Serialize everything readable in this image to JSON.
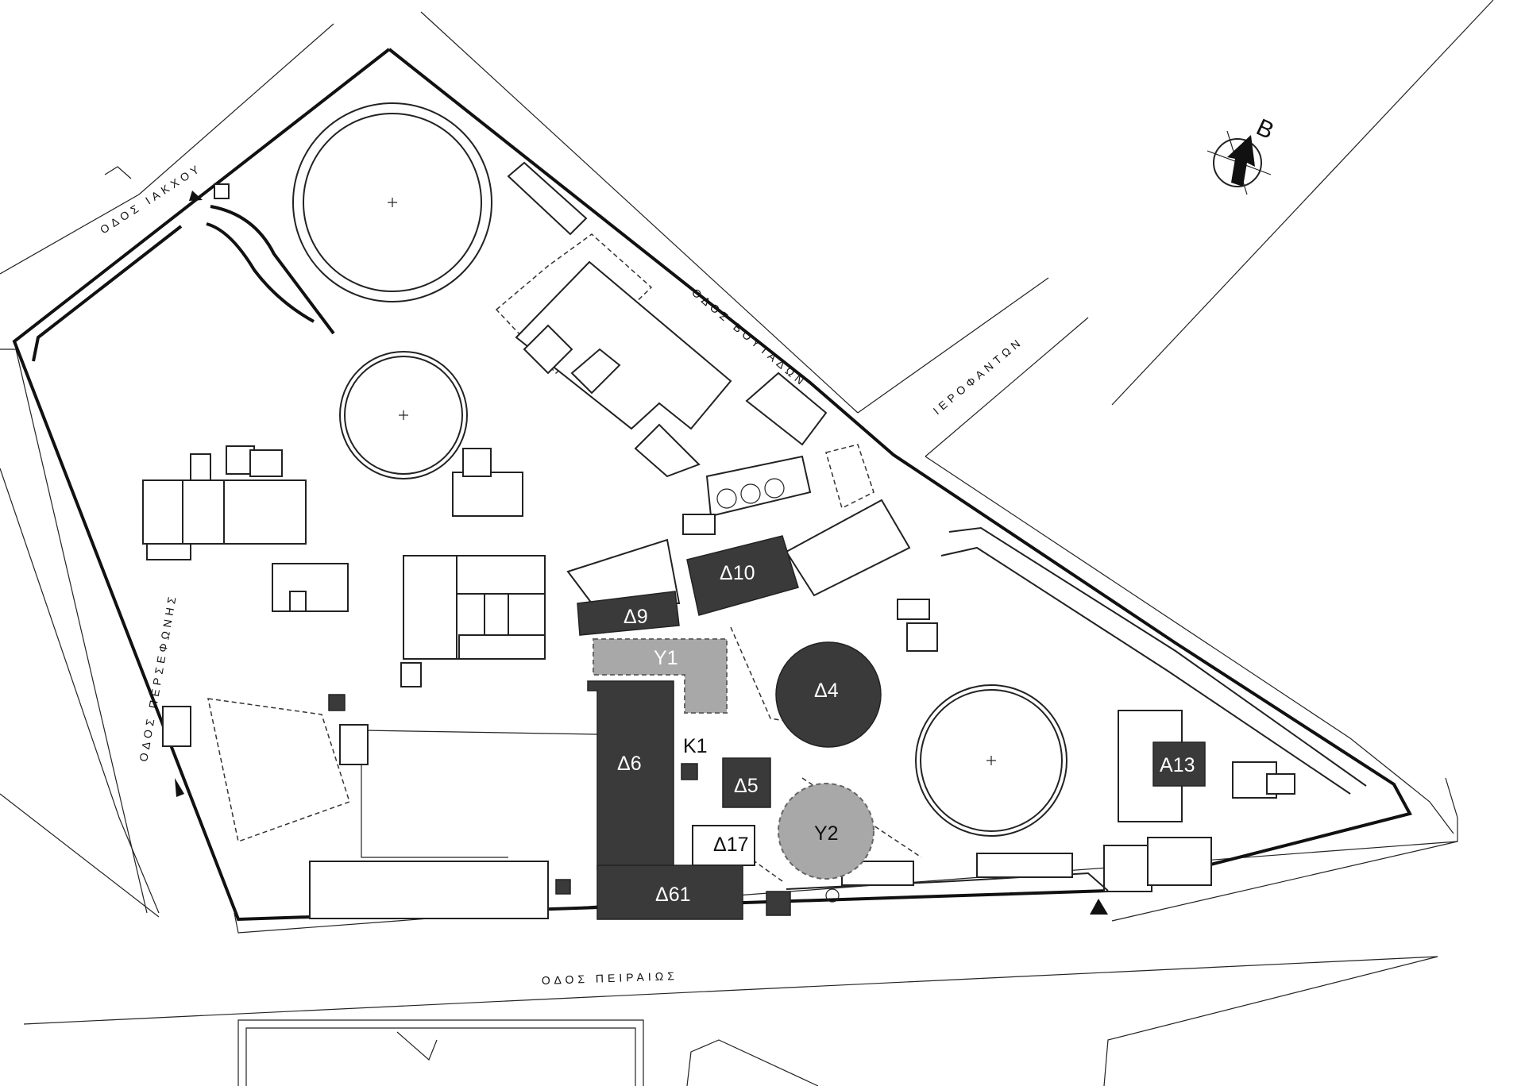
{
  "streets": {
    "iakchou": "ΟΔΟΣ ΙΑΚΧΟΥ",
    "voutadon": "ΟΔΟΣ ΒΟΥΤΑΔΩΝ",
    "ierofanton": "ΙΕΡΟΦΑΝΤΩΝ",
    "persefonis": "ΟΔΟΣ ΠΕΡΣΕΦΩΝΗΣ",
    "peiraios": "ΟΔΟΣ ΠΕΙΡΑΙΩΣ"
  },
  "north_arrow": {
    "letter": "B"
  },
  "buildings": {
    "d10": "Δ10",
    "d9": "Δ9",
    "y1": "Y1",
    "d4": "Δ4",
    "d6": "Δ6",
    "k1": "K1",
    "d5": "Δ5",
    "y2": "Y2",
    "d17": "Δ17",
    "d61": "Δ61",
    "a13": "A13"
  },
  "colors": {
    "highlight_dark": "#3a3a3a",
    "highlight_grey": "#a8a8a8",
    "line": "#222222"
  }
}
